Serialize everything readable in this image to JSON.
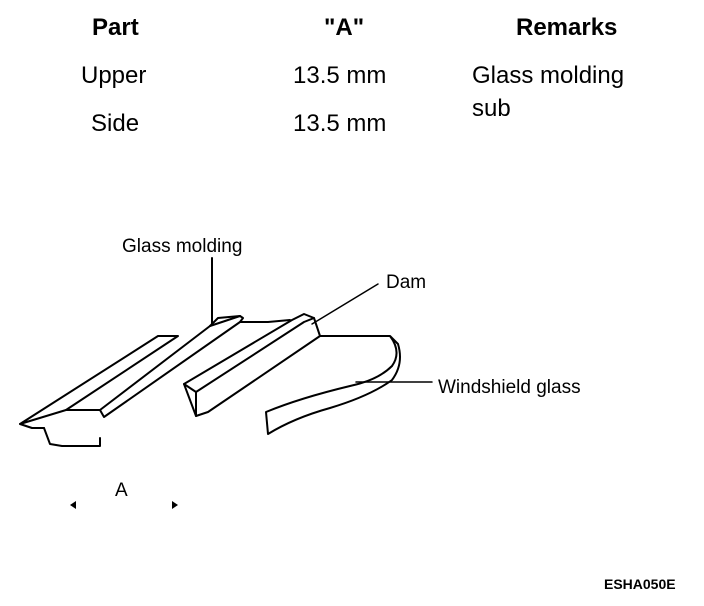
{
  "table": {
    "headers": [
      "Part",
      "\"A\"",
      "Remarks"
    ],
    "rows": [
      {
        "part": "Upper",
        "a": "13.5 mm",
        "remarks_line1": "Glass molding",
        "remarks_line2": "sub"
      },
      {
        "part": "Side",
        "a": "13.5 mm",
        "remarks_line1": "",
        "remarks_line2": ""
      }
    ]
  },
  "diagram": {
    "labels": {
      "glass_molding": "Glass molding",
      "dam": "Dam",
      "windshield_glass": "Windshield glass",
      "dimension": "A"
    },
    "figure_code": "ESHA050E"
  }
}
